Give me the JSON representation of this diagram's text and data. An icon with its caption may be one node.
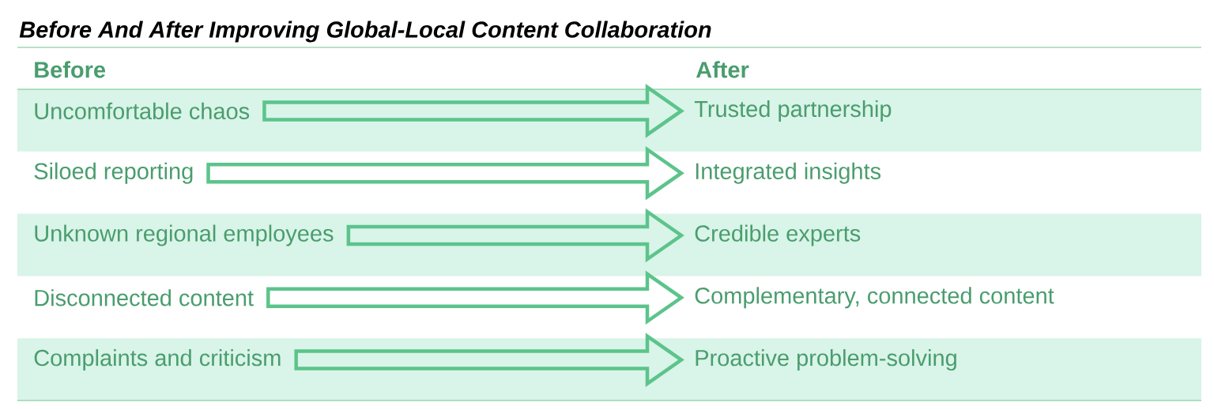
{
  "diagram": {
    "title": "Before And After Improving Global-Local Content Collaboration",
    "nodes": [
      {
        "text": [
          "Uncomfortable chaos"
        ]
      },
      {
        "text": [
          "Trusted partnership"
        ]
      },
      {
        "text": [
          "Siloed reporting"
        ]
      },
      {
        "text": [
          "Integrated insights"
        ]
      },
      {
        "text": [
          "Unknown regional employees"
        ]
      },
      {
        "text": [
          "Credible experts"
        ]
      },
      {
        "text": [
          "Disconnected content"
        ]
      },
      {
        "text": [
          "Complementary, connected content"
        ]
      },
      {
        "text": [
          "Complaints and criticism"
        ]
      },
      {
        "text": [
          "Proactive problem-solving"
        ]
      }
    ],
    "edges": [
      {
        "from": 0,
        "to": 1,
        "arrow": "to"
      },
      {
        "from": 2,
        "to": 3,
        "arrow": "to"
      },
      {
        "from": 4,
        "to": 5,
        "arrow": "to"
      },
      {
        "from": 6,
        "to": 7,
        "arrow": "to"
      },
      {
        "from": 8,
        "to": 9,
        "arrow": "to"
      }
    ],
    "labels": [
      "Before",
      "After"
    ]
  }
}
